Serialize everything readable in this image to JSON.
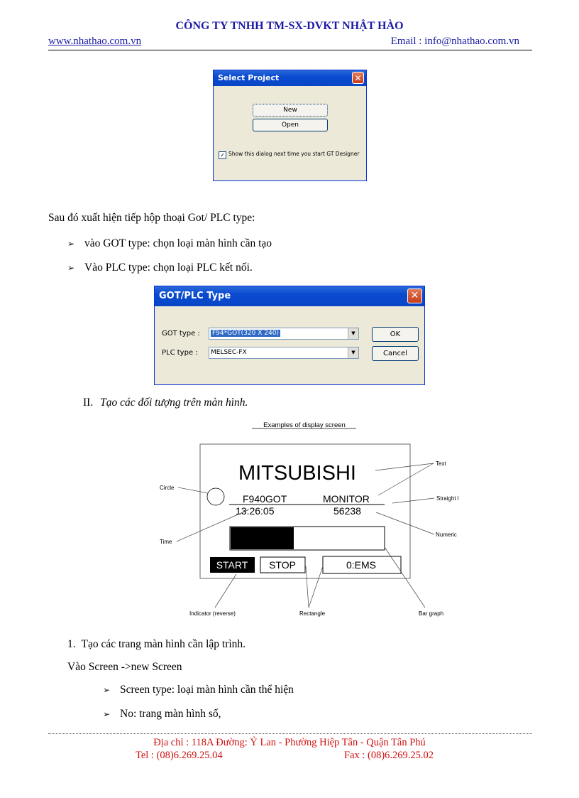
{
  "header": {
    "company": "CÔNG TY TNHH TM-SX-DVKT NHẬT HÀO",
    "website": "www.nhathao.com.vn",
    "email": "Email : info@nhathao.com.vn"
  },
  "select_project_dialog": {
    "title": "Select Project",
    "close": "✕",
    "new_button": "New",
    "open_button": "Open",
    "checkbox_label": "Show this dialog next time you start GT Designer"
  },
  "para1": "Sau đó xuất hiện tiếp hộp thoại Got/ PLC type:",
  "bullets1": [
    "vào GOT type: chọn loại màn hình cần tạo",
    "Vào PLC type: chọn loại PLC kết nối."
  ],
  "bullet_marker": "➢",
  "got_dialog": {
    "title": "GOT/PLC Type",
    "close": "✕",
    "got_label": "GOT type :",
    "got_value": "F94*GOT(320 X 240)",
    "plc_label": "PLC type :",
    "plc_value": "MELSEC-FX",
    "ok_button": "OK",
    "cancel_button": "Cancel"
  },
  "section2": {
    "number": "II.",
    "title": "Tạo các đối tượng trên màn hình."
  },
  "example_diagram": {
    "caption": "Examples of display screen",
    "screen_title": "MITSUBISHI",
    "model": "F940GOT",
    "monitor": "MONITOR",
    "time": "13:26:05",
    "numeric": "56238",
    "bar_fill_fraction": 0.41,
    "start": "START",
    "stop": "STOP",
    "ems": "0:EMS",
    "labels": {
      "text": "Text",
      "circle": "Circle",
      "straight_line": "Straight line",
      "numeric": "Numeric",
      "time": "Time",
      "indicator": "Indicator (reverse)",
      "rectangle": "Rectangle",
      "bar_graph": "Bar graph"
    }
  },
  "step1": {
    "number": "1.",
    "text": "Tạo các trang màn hình cần lập trình."
  },
  "para2": "Vào Screen ->new Screen",
  "bullets2": [
    "Screen type: loại màn hình cần thể hiện",
    "No: trang màn hình số,"
  ],
  "footer": {
    "address": "Địa chỉ : 118A Đường: Ỷ Lan - Phường Hiệp Tân - Quận Tân Phú",
    "tel": "Tel : (08)6.269.25.04",
    "fax": "Fax : (08)6.269.25.02"
  }
}
